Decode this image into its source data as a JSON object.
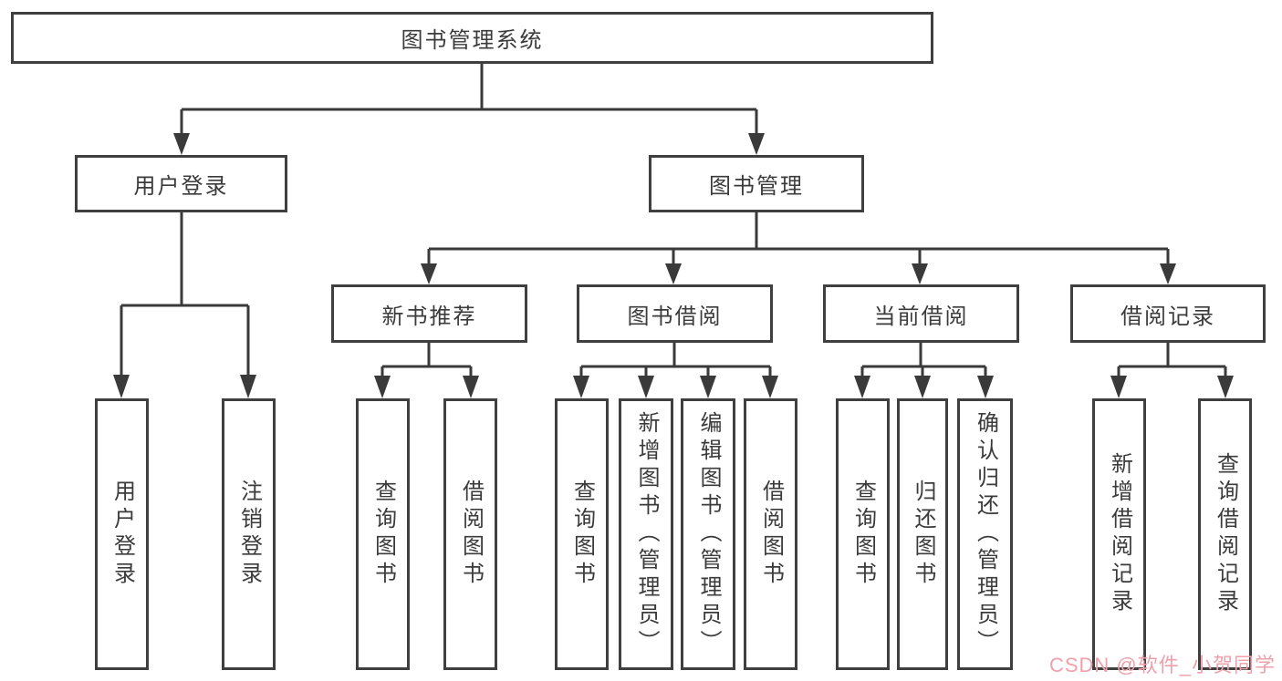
{
  "diagram": {
    "root": {
      "label": "图书管理系统"
    },
    "branches": [
      {
        "label": "用户登录",
        "children": [
          {
            "label": "用户登录"
          },
          {
            "label": "注销登录"
          }
        ]
      },
      {
        "label": "图书管理",
        "children": [
          {
            "label": "新书推荐",
            "children": [
              {
                "label": "查询图书"
              },
              {
                "label": "借阅图书"
              }
            ]
          },
          {
            "label": "图书借阅",
            "children": [
              {
                "label": "查询图书"
              },
              {
                "label": "新增图书（管理员）"
              },
              {
                "label": "编辑图书（管理员）"
              },
              {
                "label": "借阅图书"
              }
            ]
          },
          {
            "label": "当前借阅",
            "children": [
              {
                "label": "查询图书"
              },
              {
                "label": "归还图书"
              },
              {
                "label": "确认归还（管理员）"
              }
            ]
          },
          {
            "label": "借阅记录",
            "children": [
              {
                "label": "新增借阅记录"
              },
              {
                "label": "查询借阅记录"
              }
            ]
          }
        ]
      }
    ]
  },
  "watermark": {
    "text": "CSDN @软件_小贺同学"
  },
  "colors": {
    "line": "#3a3a3a",
    "box_border": "#3f3f3f",
    "text": "#3b3b3b",
    "background": "#ffffff",
    "watermark": "#f0a0aa"
  }
}
